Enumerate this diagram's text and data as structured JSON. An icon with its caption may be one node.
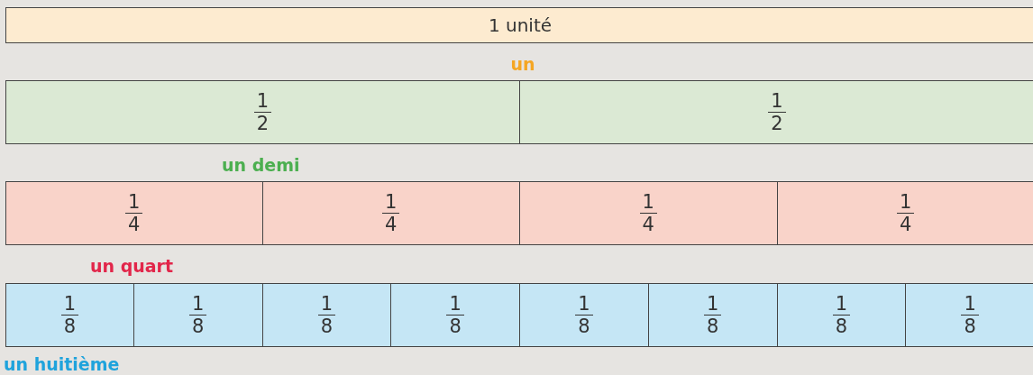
{
  "diagram": {
    "nodes": [
      {
        "text": [
          "1 unité"
        ]
      },
      {
        "text": [
          "1",
          "2"
        ]
      },
      {
        "text": [
          "1",
          "2"
        ]
      },
      {
        "text": [
          "1",
          "4"
        ]
      },
      {
        "text": [
          "1",
          "4"
        ]
      },
      {
        "text": [
          "1",
          "4"
        ]
      },
      {
        "text": [
          "1",
          "4"
        ]
      },
      {
        "text": [
          "1",
          "8"
        ]
      },
      {
        "text": [
          "1",
          "8"
        ]
      },
      {
        "text": [
          "1",
          "8"
        ]
      },
      {
        "text": [
          "1",
          "8"
        ]
      },
      {
        "text": [
          "1",
          "8"
        ]
      },
      {
        "text": [
          "1",
          "8"
        ]
      },
      {
        "text": [
          "1",
          "8"
        ]
      },
      {
        "text": [
          "1",
          "8"
        ]
      }
    ],
    "labels": [
      "un",
      "un demi",
      "un quart",
      "un huitième"
    ]
  }
}
